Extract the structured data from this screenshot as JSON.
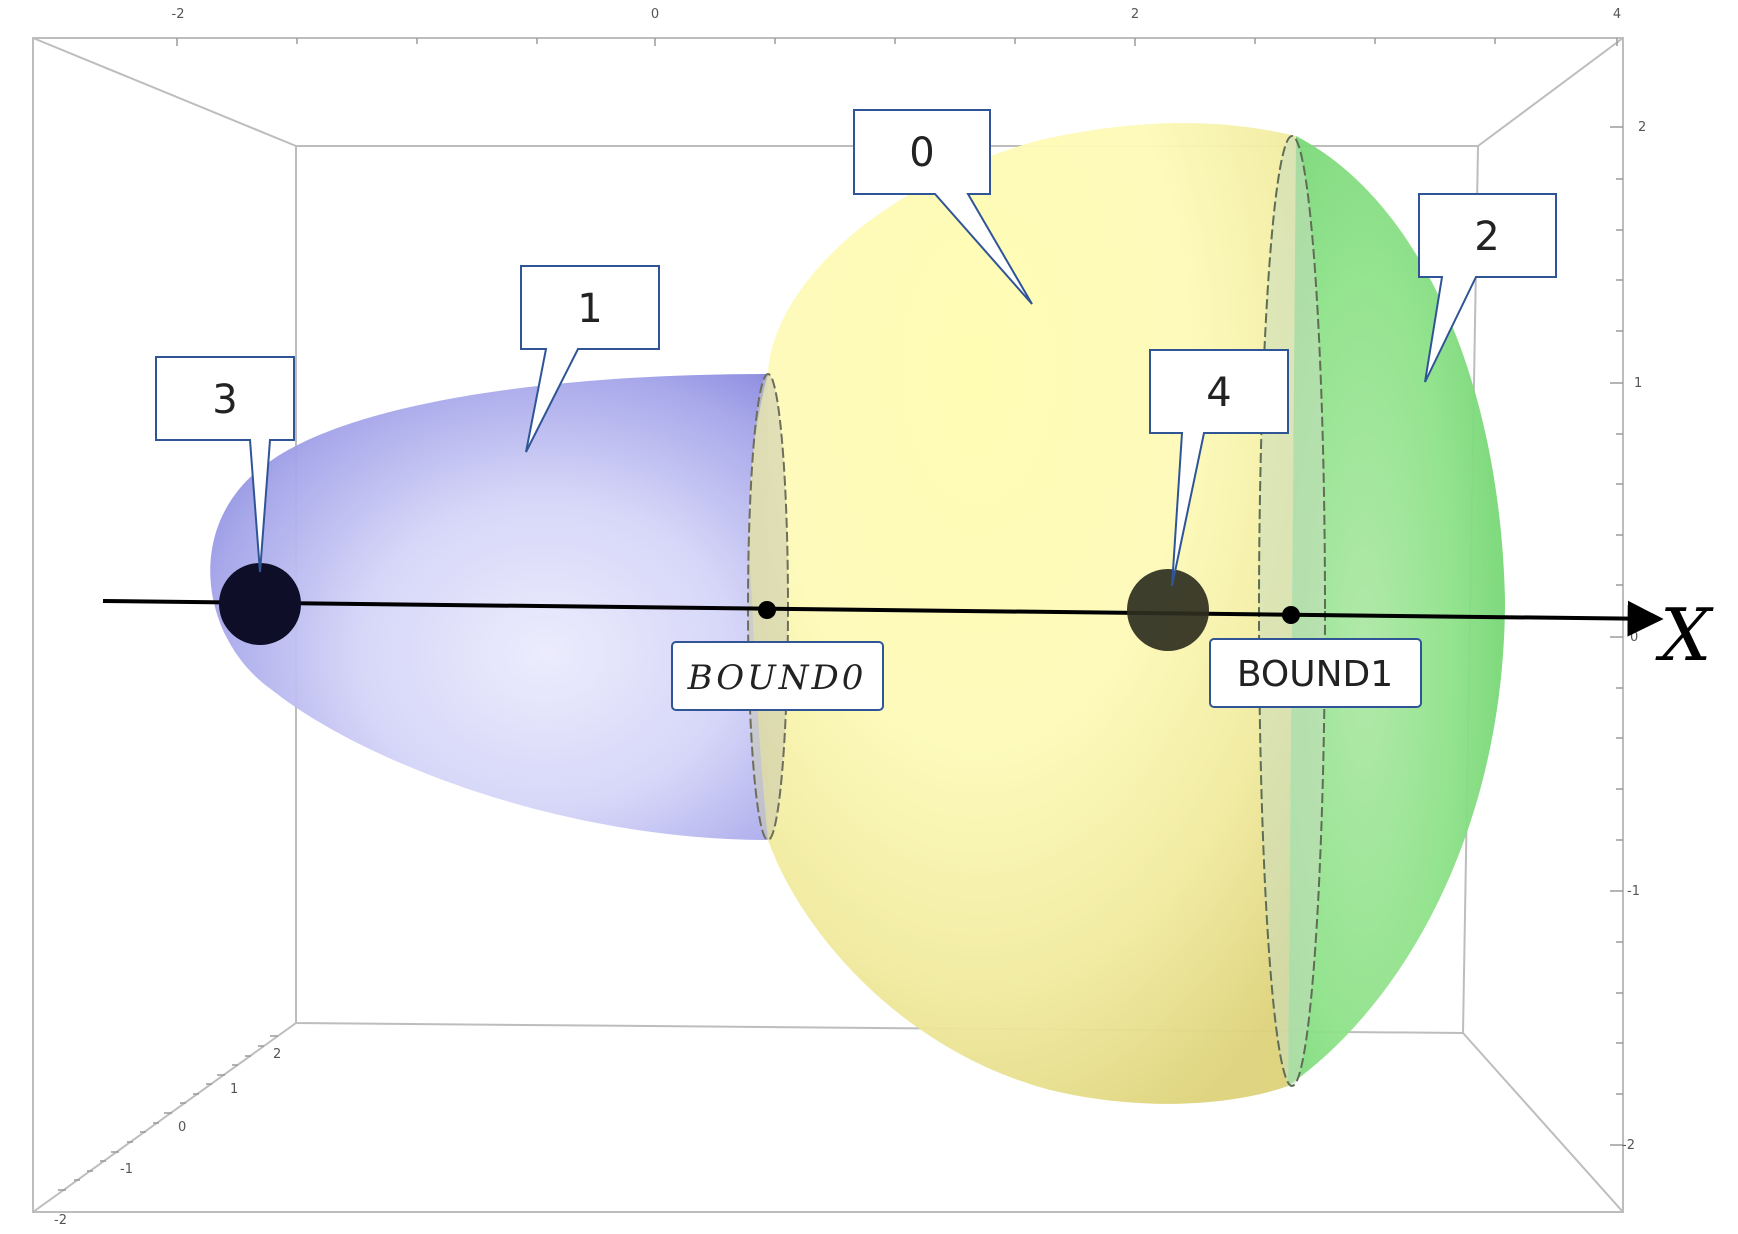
{
  "axis_ticks": {
    "top": [
      "-2",
      "0",
      "2",
      "4"
    ],
    "right": [
      "2",
      "1",
      "0",
      "-1",
      "-2"
    ],
    "depth": [
      "2",
      "1",
      "0",
      "-1",
      "-2"
    ]
  },
  "callouts": [
    {
      "id": "0",
      "label": "0"
    },
    {
      "id": "1",
      "label": "1"
    },
    {
      "id": "2",
      "label": "2"
    },
    {
      "id": "3",
      "label": "3"
    },
    {
      "id": "4",
      "label": "4"
    }
  ],
  "bounds": [
    {
      "label": "BOUND0",
      "style": "italic"
    },
    {
      "label": "BOUND1",
      "style": "upright"
    }
  ],
  "axis_label": "X",
  "colors": {
    "region_0": "#f5f0a0",
    "region_1": "#9898e8",
    "region_2": "#7dd87d",
    "point_3": "#0e0e28",
    "point_4": "#2e2e20",
    "axis": "#000000"
  }
}
